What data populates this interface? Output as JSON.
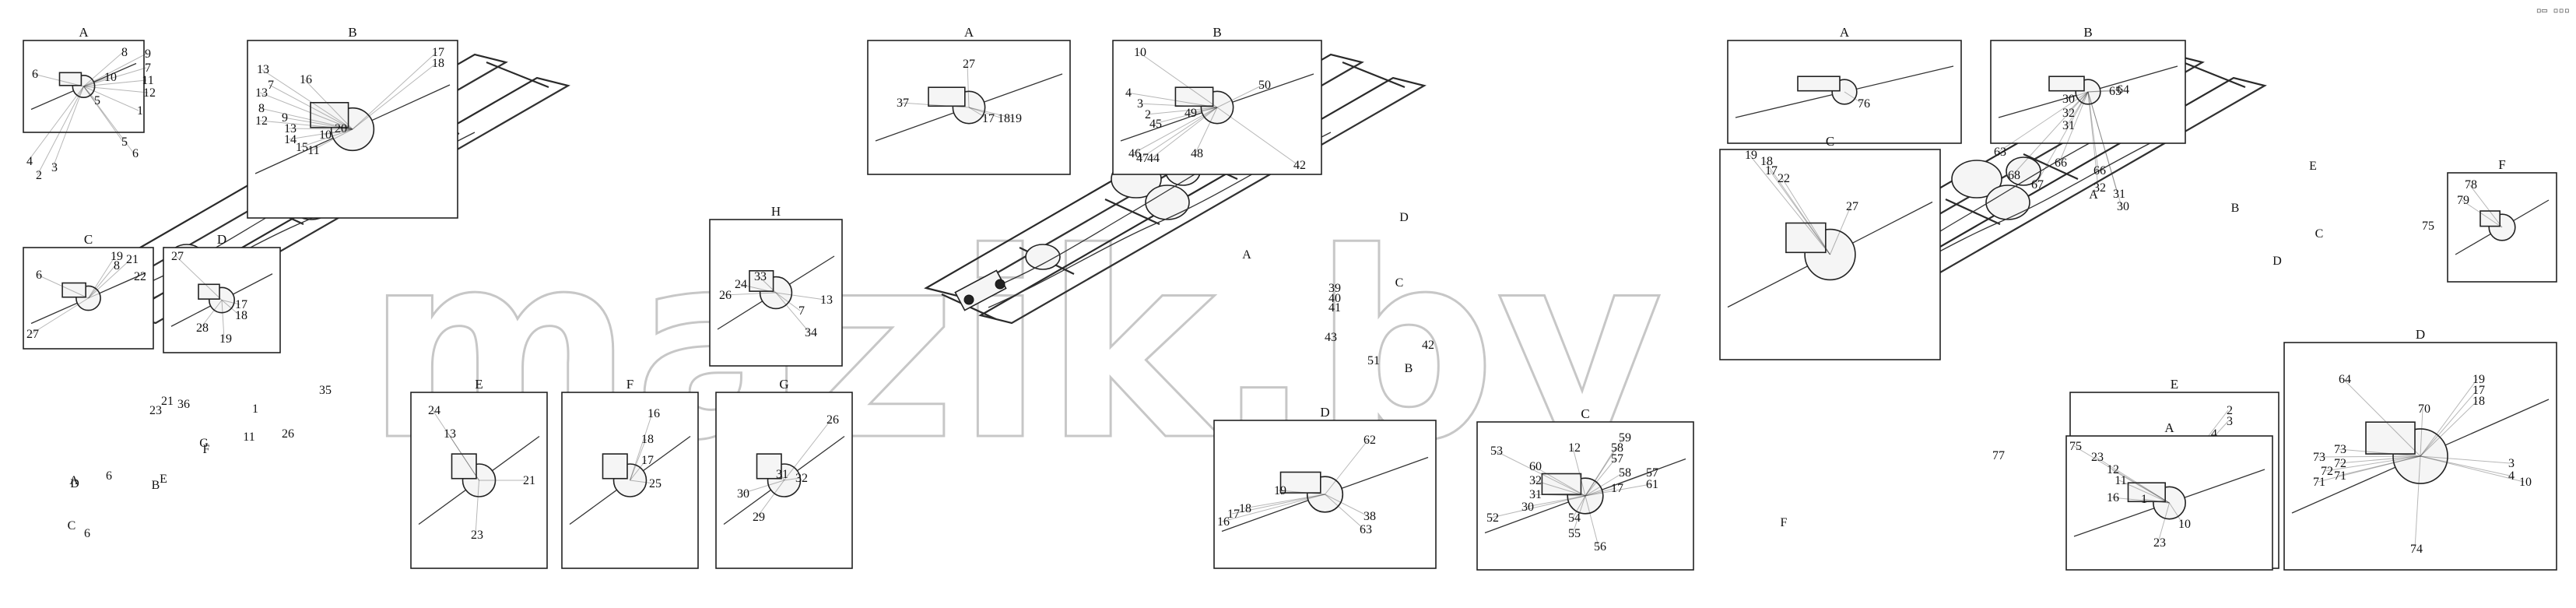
{
  "watermark": "mazik.by",
  "corner_icons": "▫▭ ▫▫▫",
  "diagrams": [
    {
      "id": "d1",
      "frame_callouts": [
        "A",
        "B",
        "C",
        "D",
        "E",
        "F",
        "G",
        "6",
        "6",
        "1",
        "11",
        "26",
        "35",
        "36",
        "21",
        "23"
      ],
      "insets": [
        {
          "title": "A",
          "callouts": [
            "8",
            "9",
            "7",
            "10",
            "11",
            "12",
            "6",
            "5",
            "1",
            "5",
            "6",
            "4",
            "2",
            "3"
          ]
        },
        {
          "title": "B",
          "callouts": [
            "17",
            "18",
            "13",
            "7",
            "16",
            "13",
            "8",
            "12",
            "9",
            "20",
            "13",
            "14",
            "15",
            "11",
            "10"
          ]
        },
        {
          "title": "C",
          "callouts": [
            "19",
            "8",
            "6",
            "22",
            "21",
            "27"
          ]
        },
        {
          "title": "D",
          "callouts": [
            "27",
            "17",
            "18",
            "28",
            "19"
          ]
        },
        {
          "title": "E",
          "callouts": [
            "24",
            "13",
            "21",
            "23"
          ]
        },
        {
          "title": "F",
          "callouts": [
            "16",
            "18",
            "17",
            "25"
          ]
        },
        {
          "title": "G",
          "callouts": [
            "26",
            "31",
            "32",
            "30",
            "29"
          ]
        },
        {
          "title": "H",
          "callouts": [
            "24",
            "33",
            "26",
            "13",
            "7",
            "34"
          ]
        }
      ]
    },
    {
      "id": "d2",
      "frame_callouts": [
        "A",
        "B",
        "C",
        "D",
        "39",
        "40",
        "41",
        "43",
        "51",
        "42"
      ],
      "insets": [
        {
          "title": "A",
          "callouts": [
            "27",
            "37",
            "17",
            "18",
            "19"
          ]
        },
        {
          "title": "B",
          "callouts": [
            "10",
            "4",
            "3",
            "2",
            "45",
            "46",
            "47",
            "44",
            "49",
            "48",
            "50",
            "42"
          ]
        },
        {
          "title": "C",
          "callouts": [
            "53",
            "59",
            "12",
            "58",
            "57",
            "60",
            "32",
            "31",
            "30",
            "17",
            "61",
            "58",
            "57",
            "52",
            "54",
            "55",
            "56"
          ]
        },
        {
          "title": "D",
          "callouts": [
            "62",
            "19",
            "38",
            "16",
            "17",
            "18",
            "63"
          ]
        }
      ]
    },
    {
      "id": "d3",
      "frame_callouts": [
        "A",
        "B",
        "C",
        "D",
        "E",
        "F",
        "75",
        "77"
      ],
      "insets": [
        {
          "title": "A",
          "callouts": [
            "76"
          ]
        },
        {
          "title": "B",
          "callouts": [
            "65",
            "64",
            "30",
            "32",
            "31",
            "63",
            "66",
            "68",
            "67",
            "66",
            "32",
            "31",
            "30"
          ]
        },
        {
          "title": "C",
          "callouts": [
            "19",
            "18",
            "17",
            "22",
            "27"
          ]
        },
        {
          "title": "E",
          "callouts": [
            "2",
            "3",
            "4"
          ]
        },
        {
          "title": "F",
          "callouts": [
            "78",
            "79"
          ]
        },
        {
          "title": "A",
          "callouts": [
            "75",
            "23",
            "12",
            "11",
            "16",
            "1",
            "10",
            "23"
          ]
        },
        {
          "title": "D",
          "callouts": [
            "64",
            "19",
            "17",
            "18",
            "70",
            "73",
            "72",
            "71",
            "73",
            "72",
            "71",
            "4",
            "3",
            "10",
            "74"
          ]
        }
      ]
    }
  ]
}
